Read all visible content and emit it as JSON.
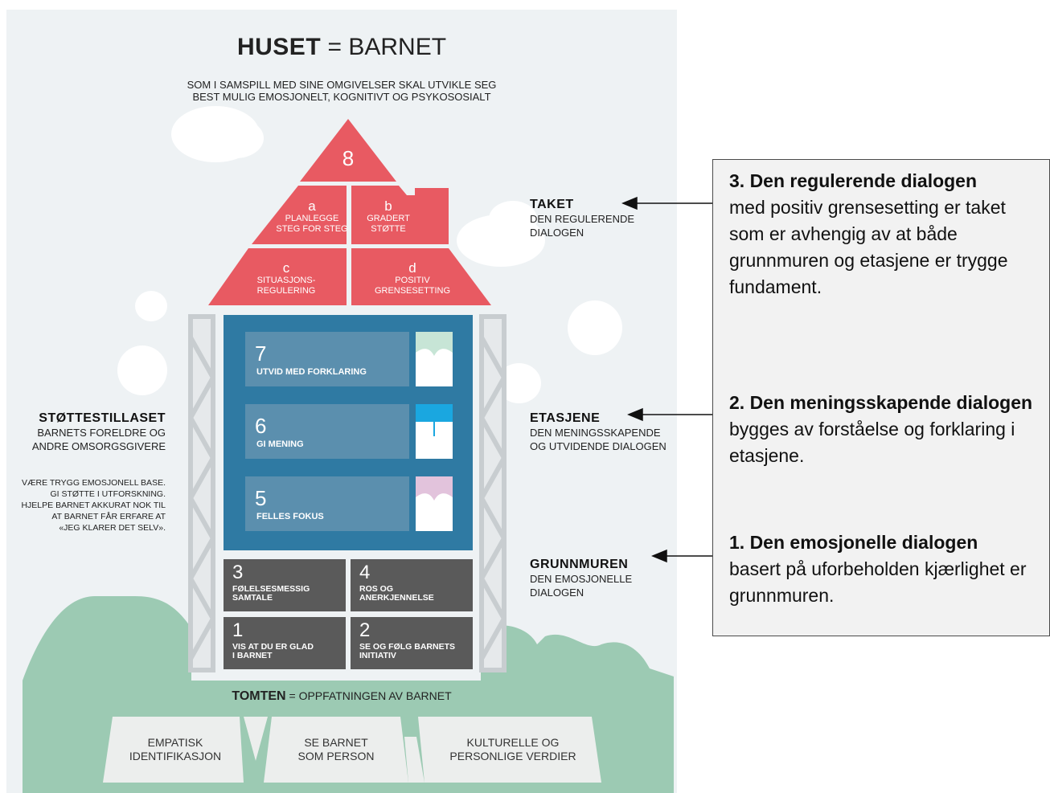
{
  "house": {
    "title_bold": "HUSET",
    "title_rest": " = BARNET",
    "subtitle_line1": "SOM I SAMSPILL MED SINE OMGIVELSER SKAL UTVIKLE SEG",
    "subtitle_line2": "BEST MULIG EMOSJONELT, KOGNITIVT OG PSYKOSOSIALT",
    "roof": {
      "peak_number": "8",
      "cells": [
        {
          "letter": "a",
          "label_line1": "PLANLEGGE",
          "label_line2": "STEG FOR STEG"
        },
        {
          "letter": "b",
          "label_line1": "GRADERT",
          "label_line2": "STØTTE"
        },
        {
          "letter": "c",
          "label_line1": "SITUASJONS-",
          "label_line2": "REGULERING"
        },
        {
          "letter": "d",
          "label_line1": "POSITIV",
          "label_line2": "GRENSESETTING"
        }
      ]
    },
    "floors": [
      {
        "number": "7",
        "label": "UTVID MED FORKLARING",
        "curtain_color": "#c7e5d6"
      },
      {
        "number": "6",
        "label": "GI MENING",
        "curtain_color": "#1aa7e0"
      },
      {
        "number": "5",
        "label": "FELLES FOKUS",
        "curtain_color": "#e2c3dc"
      }
    ],
    "foundation": [
      {
        "number": "3",
        "label_line1": "FØLELSESMESSIG",
        "label_line2": "SAMTALE"
      },
      {
        "number": "4",
        "label_line1": "ROS OG",
        "label_line2": "ANERKJENNELSE"
      },
      {
        "number": "1",
        "label_line1": "VIS AT DU ER GLAD",
        "label_line2": "I BARNET"
      },
      {
        "number": "2",
        "label_line1": "SE OG FØLG BARNETS",
        "label_line2": "INITIATIV"
      }
    ],
    "scaffold": {
      "heading": "STØTTESTILLASET",
      "line1": "BARNETS FORELDRE OG",
      "line2": "ANDRE OMSORGSGIVERE",
      "desc": [
        "VÆRE TRYGG EMOSJONELL BASE.",
        "GI STØTTE I UTFORSKNING.",
        "HJELPE BARNET AKKURAT NOK TIL",
        "AT BARNET FÅR ERFARE AT",
        "«JEG KLARER DET SELV»."
      ]
    },
    "right_labels": {
      "taket": {
        "heading": "TAKET",
        "line1": "DEN REGULERENDE",
        "line2": "DIALOGEN"
      },
      "etasjene": {
        "heading": "ETASJENE",
        "line1": "DEN MENINGSSKAPENDE",
        "line2": "OG UTVIDENDE DIALOGEN"
      },
      "grunnmuren": {
        "heading": "GRUNNMUREN",
        "line1": "DEN EMOSJONELLE",
        "line2": "DIALOGEN"
      }
    },
    "tomten": {
      "heading": "TOMTEN",
      "rest": " = OPPFATNINGEN AV BARNET",
      "values": [
        {
          "line1": "EMPATISK",
          "line2": "IDENTIFIKASJON"
        },
        {
          "line1": "SE BARNET",
          "line2": "SOM PERSON"
        },
        {
          "line1": "KULTURELLE OG",
          "line2": "PERSONLIGE VERDIER"
        }
      ]
    },
    "colors": {
      "roof": "#e85a62",
      "floors_bg": "#2f7aa3",
      "floor_card": "#5b8fae",
      "foundation": "#5a5a5a",
      "ground": "#9ccab3",
      "scaffold": "#c8cdd0"
    }
  },
  "callouts": [
    {
      "bold": "3. Den regulerende dialogen",
      "text": "med positiv grensesetting er taket som er avhengig av at både grunnmuren og etasjene er trygge fundament."
    },
    {
      "bold": "2. Den meningsskapende dialogen",
      "text": " bygges av forståelse og forklaring i etasjene."
    },
    {
      "bold": "1. Den emosjonelle dialogen",
      "text": "basert på uforbeholden kjærlighet er grunnmuren."
    }
  ]
}
